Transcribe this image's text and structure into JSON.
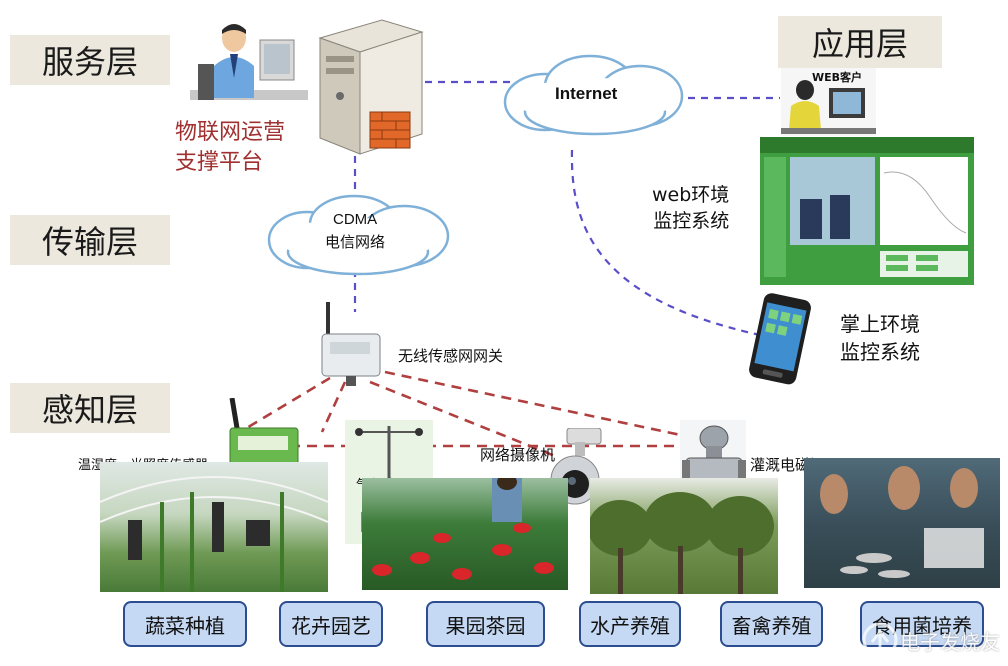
{
  "layers": {
    "service": "服务层",
    "transmission": "传输层",
    "perception": "感知层",
    "application": "应用层"
  },
  "nodes": {
    "platform": "物联网运营\n支撑平台",
    "internet": "Internet",
    "cdma_line1": "CDMA",
    "cdma_line2": "电信网络",
    "gateway": "无线传感网网关",
    "web_client": "WEB客户",
    "web_system": "web环境\n监控系统",
    "mobile_system": "掌上环境\n监控系统",
    "temp_sensor": "温湿度、光照度传感器",
    "weather_station": "气象站",
    "camera": "网络摄像机",
    "valve": "灌溉电磁阀"
  },
  "applications": [
    "蔬菜种植",
    "花卉园艺",
    "果园茶园",
    "水产养殖",
    "畜禽养殖",
    "食用菌培养"
  ],
  "watermark": "电子发烧友",
  "colors": {
    "layer_bg": "#ece8dd",
    "platform_text": "#a03030",
    "internet_link": "#5a4fc8",
    "sensor_link": "#b04040",
    "app_bg": "#c6d9f4",
    "app_border": "#2c4d8f"
  }
}
